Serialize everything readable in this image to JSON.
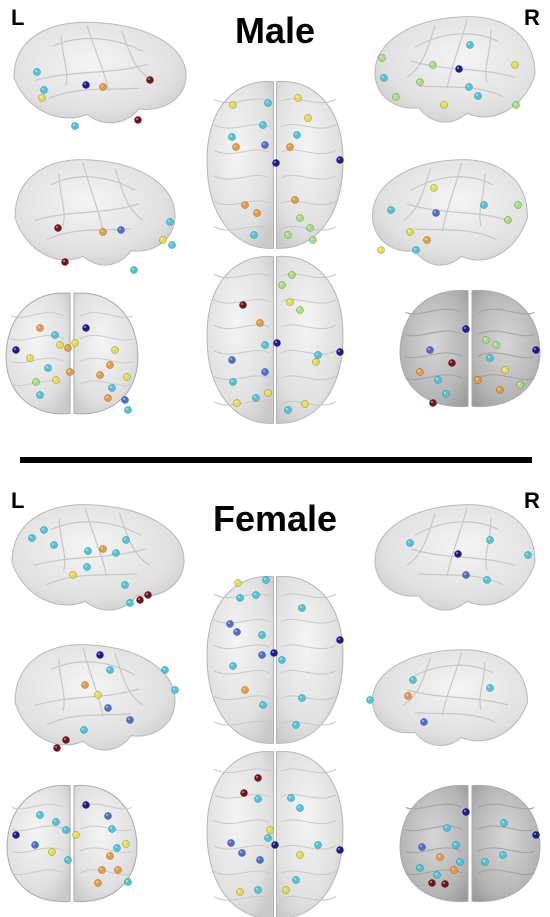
{
  "panels": {
    "male": {
      "title": "Male",
      "left_marker": "L",
      "right_marker": "R"
    },
    "female": {
      "title": "Female",
      "left_marker": "L",
      "right_marker": "R"
    }
  },
  "node_colors": {
    "dark_red": "#7a1212",
    "orange": "#e89a3a",
    "yellow": "#e5dc4a",
    "light_green": "#a2df7a",
    "cyan": "#47c6e1",
    "blue": "#4b6ed1",
    "navy": "#1a1a9a"
  }
}
